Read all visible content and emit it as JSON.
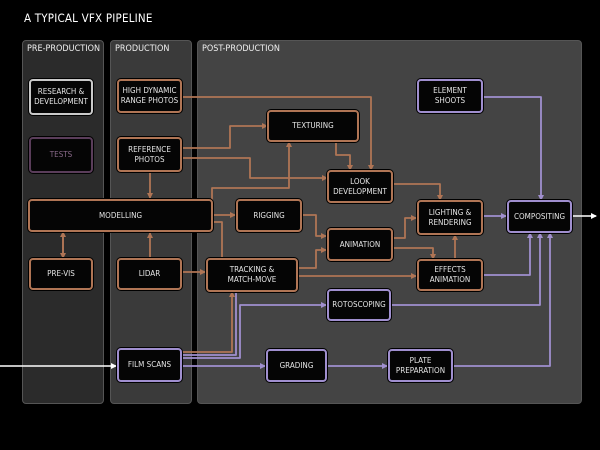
{
  "title": "A TYPICAL VFX PIPELINE",
  "phases": {
    "pre_production": "PRE-PRODUCTION",
    "production": "PRODUCTION",
    "post_production": "POST-PRODUCTION"
  },
  "nodes": {
    "research": "RESEARCH &\nDEVELOPMENT",
    "tests": "TESTS",
    "modelling": "MODELLING",
    "previs": "PRE-VIS",
    "hdr": "HIGH DYNAMIC\nRANGE PHOTOS",
    "reference": "REFERENCE\nPHOTOS",
    "lidar": "LIDAR",
    "film_scans": "FILM SCANS",
    "texturing": "TEXTURING",
    "look_dev": "LOOK\nDEVELOPMENT",
    "rigging": "RIGGING",
    "animation": "ANIMATION",
    "tracking": "TRACKING &\nMATCH-MOVE",
    "lighting": "LIGHTING &\nRENDERING",
    "effects": "EFFECTS\nANIMATION",
    "element_shoots": "ELEMENT\nSHOOTS",
    "compositing": "COMPOSITING",
    "rotoscoping": "ROTOSCOPING",
    "grading": "GRADING",
    "plate_prep": "PLATE\nPREPARATION"
  },
  "colors": {
    "cg_wire": "#b07555",
    "plate_wire": "#a08fcf",
    "white_wire": "#ffffff",
    "phase_pre": "#2b2b2b",
    "phase_prod": "#3a3a3a",
    "phase_post": "#444444"
  }
}
